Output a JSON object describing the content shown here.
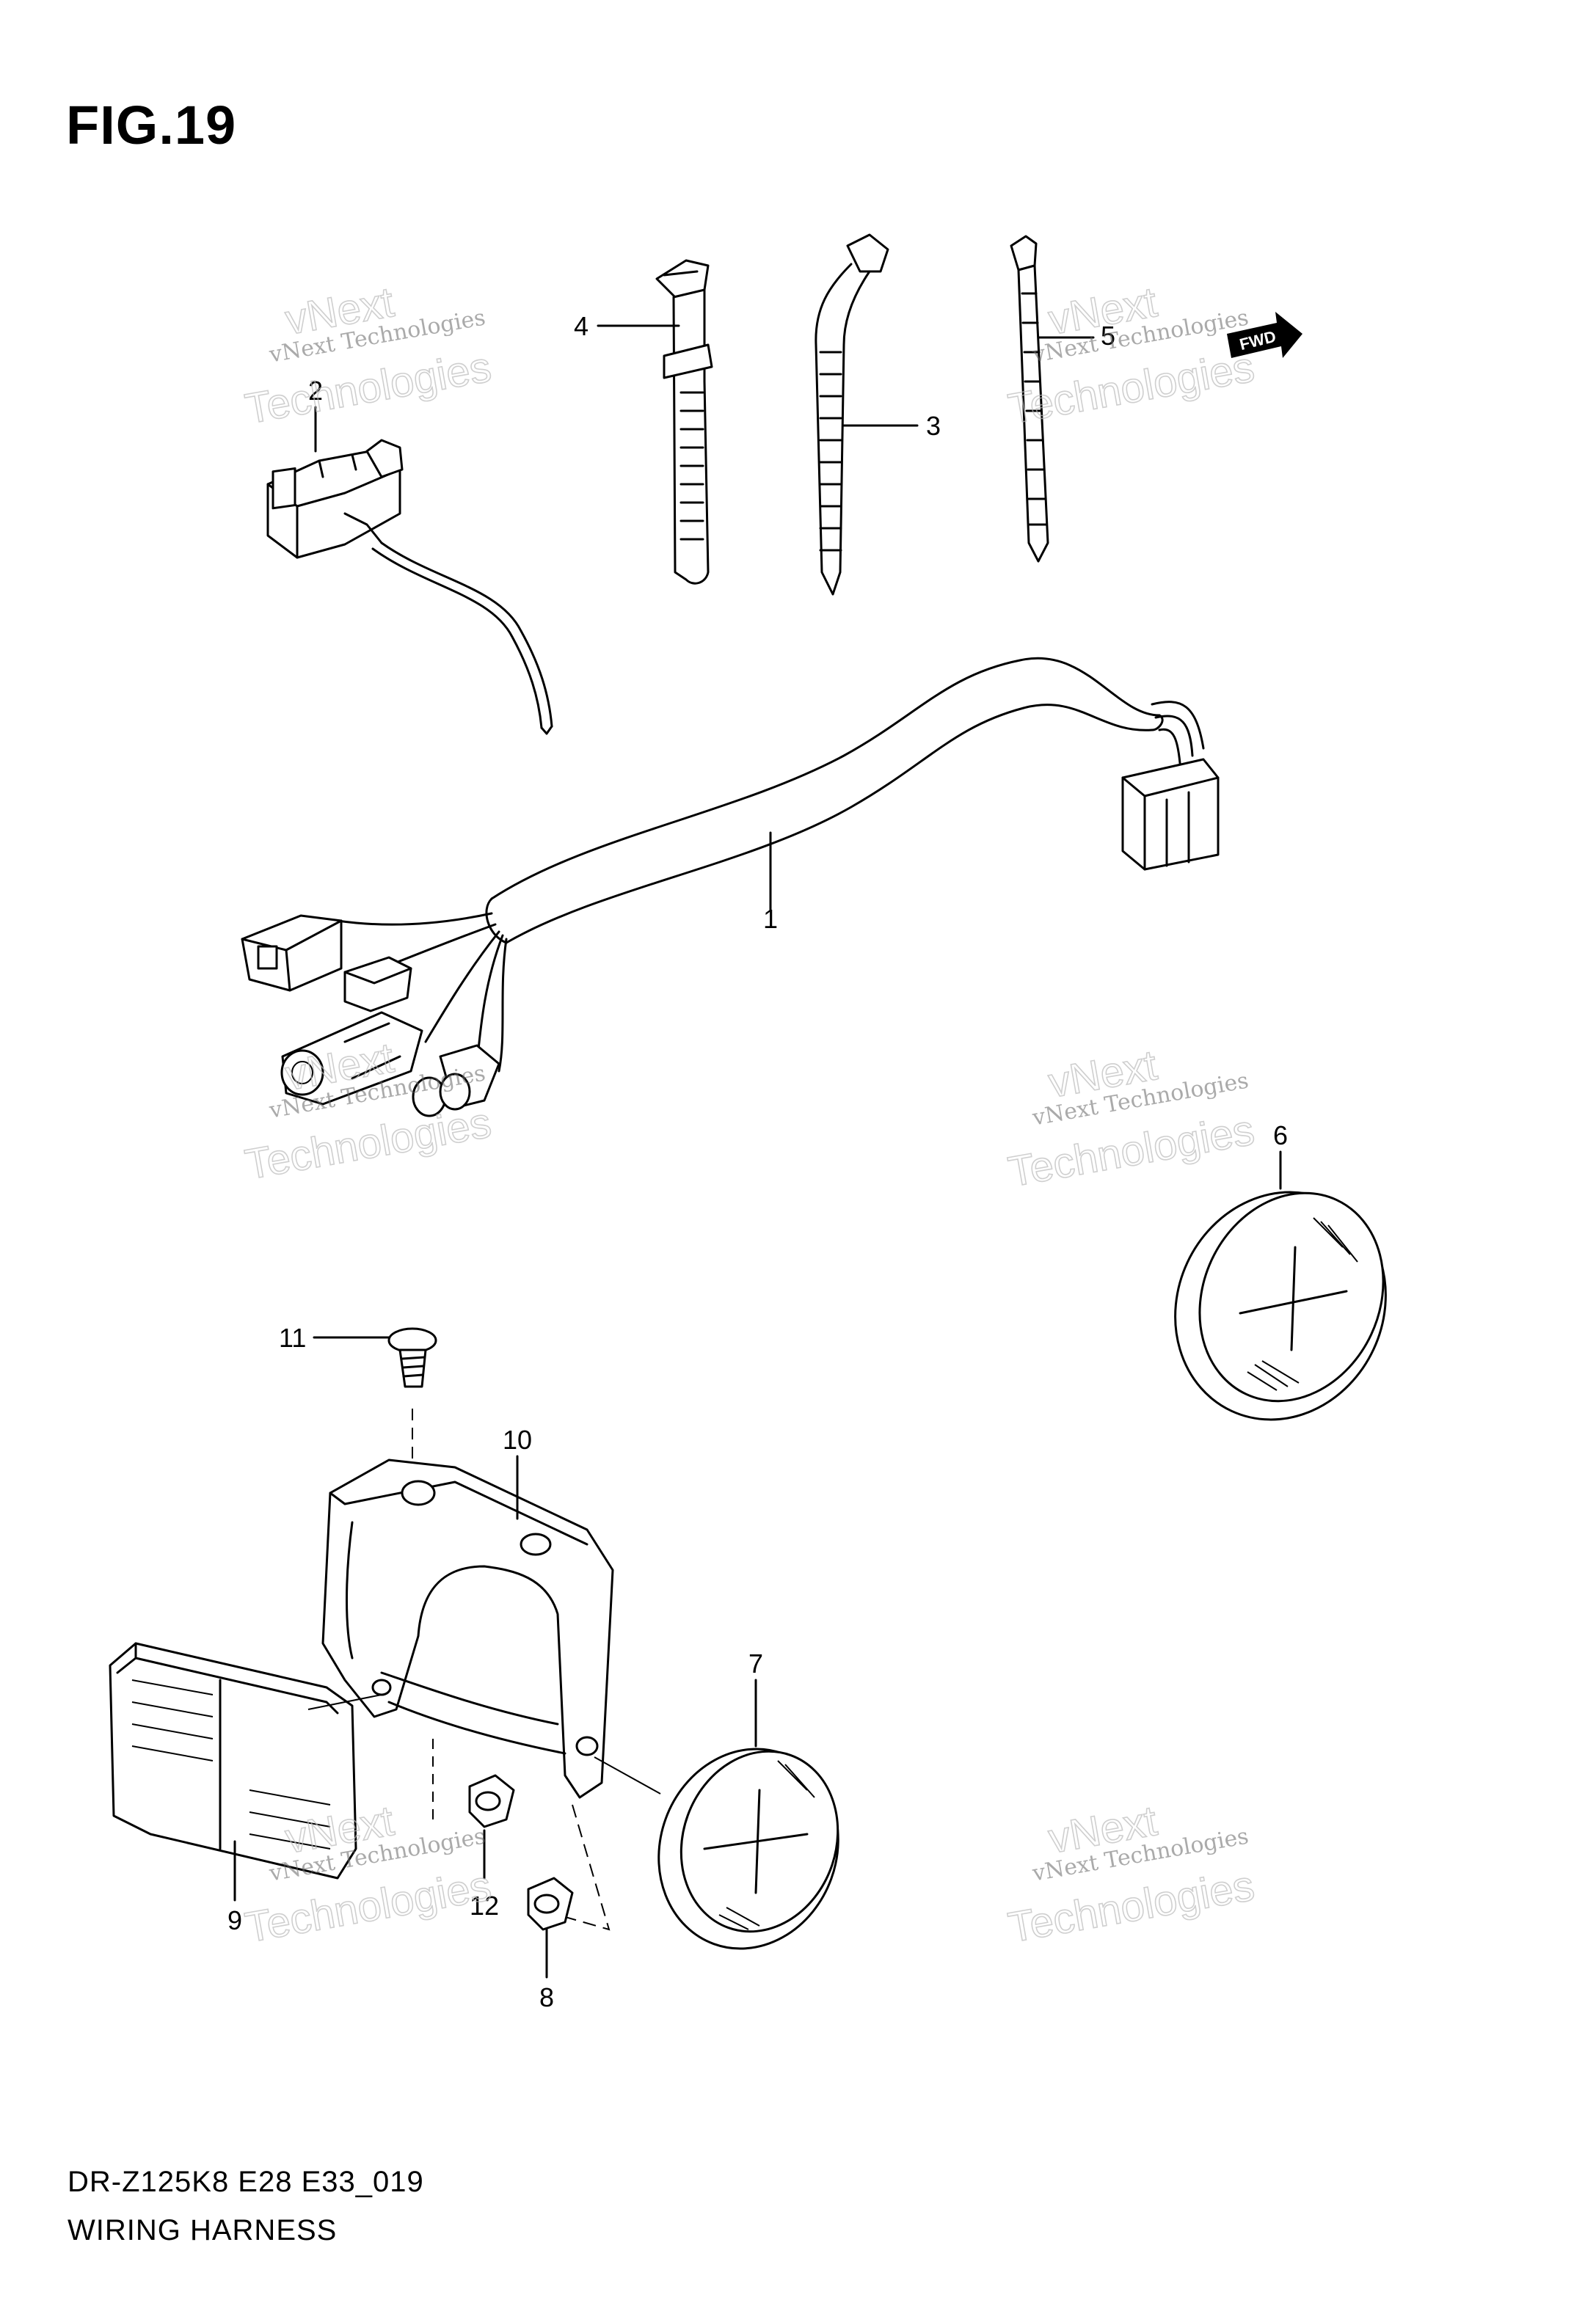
{
  "figure": {
    "title": "FIG.19",
    "model_code": "DR-Z125K8 E28 E33_019",
    "section_name": "WIRING HARNESS"
  },
  "fwd_arrow_label": "FWD",
  "watermark": {
    "line1": "vNext Technologies",
    "line2": "vNext",
    "line3": "Technologies"
  },
  "callouts": [
    {
      "number": "1",
      "part": "wiring-harness"
    },
    {
      "number": "2",
      "part": "switch-connector"
    },
    {
      "number": "3",
      "part": "cable-tie"
    },
    {
      "number": "4",
      "part": "clamp-band"
    },
    {
      "number": "5",
      "part": "cable-tie-long"
    },
    {
      "number": "6",
      "part": "round-reflector-side"
    },
    {
      "number": "7",
      "part": "round-reflector"
    },
    {
      "number": "8",
      "part": "nut"
    },
    {
      "number": "9",
      "part": "rectangular-reflector"
    },
    {
      "number": "10",
      "part": "reflector-bracket"
    },
    {
      "number": "11",
      "part": "screw"
    },
    {
      "number": "12",
      "part": "nut-small"
    }
  ]
}
